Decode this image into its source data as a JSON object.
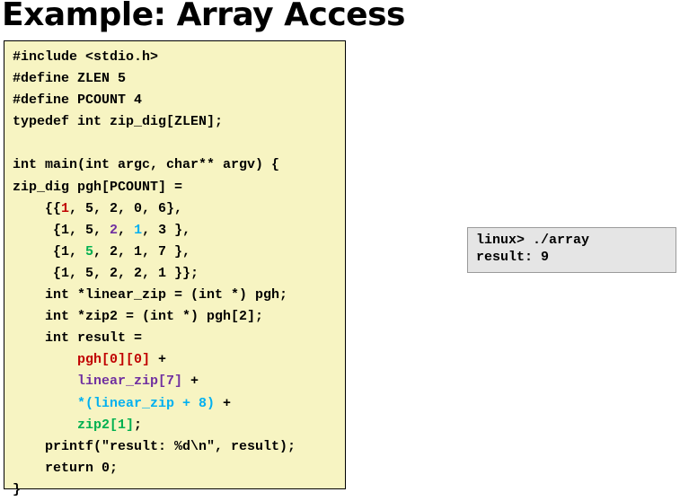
{
  "slide": {
    "title": "Example: Array Access"
  },
  "code_lines": [
    [
      {
        "t": "#include <stdio.h>"
      }
    ],
    [
      {
        "t": "#define ZLEN 5"
      }
    ],
    [
      {
        "t": "#define PCOUNT 4"
      }
    ],
    [
      {
        "t": "typedef int zip_dig[ZLEN];"
      }
    ],
    [
      {
        "t": ""
      }
    ],
    [
      {
        "t": "int main(int argc, char** argv) {"
      }
    ],
    [
      {
        "t": "zip_dig pgh[PCOUNT] ="
      }
    ],
    [
      {
        "t": "    {{"
      },
      {
        "t": "1",
        "c": "red"
      },
      {
        "t": ", 5, 2, 0, 6},"
      }
    ],
    [
      {
        "t": "     {1, 5, "
      },
      {
        "t": "2",
        "c": "purple"
      },
      {
        "t": ", "
      },
      {
        "t": "1",
        "c": "blue"
      },
      {
        "t": ", 3 },"
      }
    ],
    [
      {
        "t": "     {1, "
      },
      {
        "t": "5",
        "c": "green"
      },
      {
        "t": ", 2, 1, 7 },"
      }
    ],
    [
      {
        "t": "     {1, 5, 2, 2, 1 }};"
      }
    ],
    [
      {
        "t": "    int *linear_zip = (int *) pgh;"
      }
    ],
    [
      {
        "t": "    int *zip2 = (int *) pgh[2];"
      }
    ],
    [
      {
        "t": "    int result ="
      }
    ],
    [
      {
        "t": "        "
      },
      {
        "t": "pgh[0][0]",
        "c": "red"
      },
      {
        "t": " +"
      }
    ],
    [
      {
        "t": "        "
      },
      {
        "t": "linear_zip[7]",
        "c": "purple"
      },
      {
        "t": " +"
      }
    ],
    [
      {
        "t": "        "
      },
      {
        "t": "*(linear_zip + 8)",
        "c": "blue"
      },
      {
        "t": " +"
      }
    ],
    [
      {
        "t": "        "
      },
      {
        "t": "zip2[1]",
        "c": "green"
      },
      {
        "t": ";"
      }
    ],
    [
      {
        "t": "    printf(\"result: %d\\n\", result);"
      }
    ],
    [
      {
        "t": "    return 0;"
      }
    ],
    [
      {
        "t": "}"
      }
    ]
  ],
  "terminal": {
    "lines": [
      "linux> ./array",
      "result: 9"
    ]
  },
  "colors": {
    "code_background": "#f7f4c2",
    "terminal_background": "#e5e5e5",
    "red": "#c00000",
    "purple": "#7030a0",
    "blue": "#00b0f0",
    "green": "#00b050"
  }
}
